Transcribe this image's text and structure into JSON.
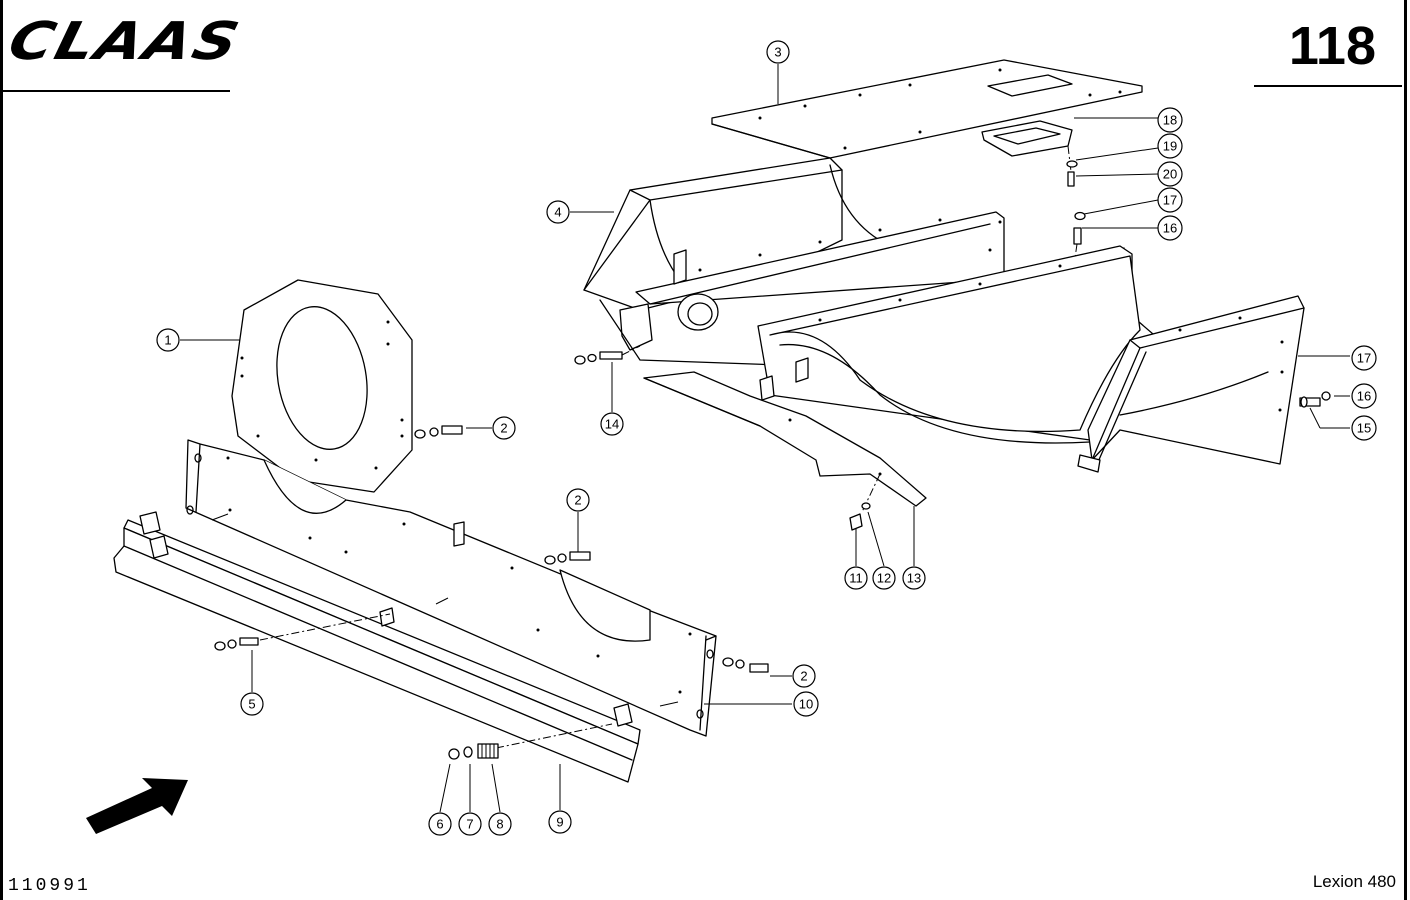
{
  "brand": {
    "logo_text": "CLAAS"
  },
  "page_number": "118",
  "doc_id": "110991",
  "model": "Lexion 480",
  "callouts": [
    "1",
    "2",
    "2",
    "2",
    "3",
    "4",
    "5",
    "6",
    "7",
    "8",
    "9",
    "10",
    "11",
    "12",
    "13",
    "14",
    "15",
    "16",
    "16",
    "17",
    "17",
    "18",
    "19",
    "20"
  ],
  "icons": {
    "direction": "direction-arrow-icon"
  }
}
